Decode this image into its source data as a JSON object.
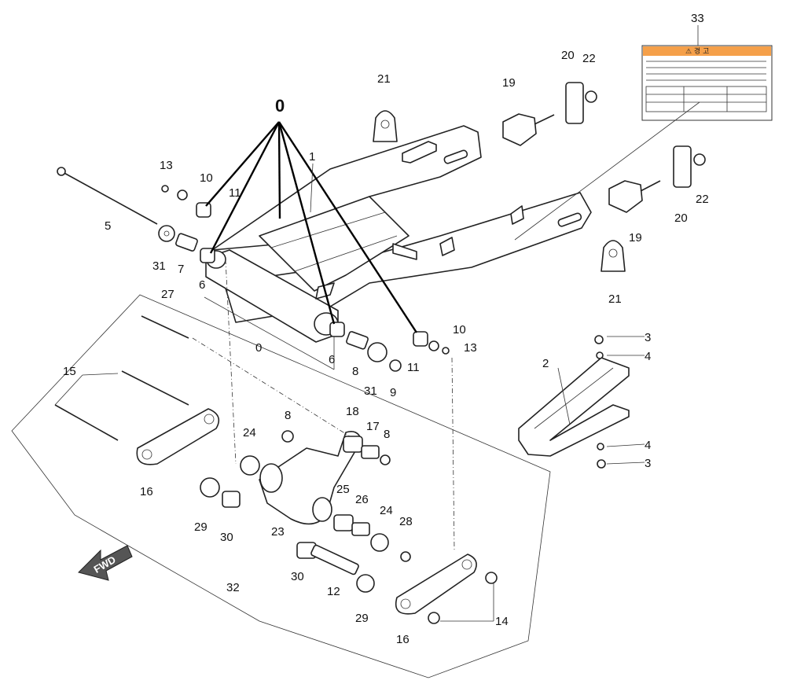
{
  "diagram": {
    "labels": {
      "l0_top": "0",
      "l0_mid": "0",
      "l1": "1",
      "l2": "2",
      "l3a": "3",
      "l3b": "3",
      "l4a": "4",
      "l4b": "4",
      "l5": "5",
      "l6a": "6",
      "l6b": "6",
      "l7": "7",
      "l8a": "8",
      "l8b": "8",
      "l8c": "8",
      "l9": "9",
      "l10a": "10",
      "l10b": "10",
      "l11a": "11",
      "l11b": "11",
      "l12": "12",
      "l13a": "13",
      "l13b": "13",
      "l14": "14",
      "l15": "15",
      "l16a": "16",
      "l16b": "16",
      "l17": "17",
      "l18": "18",
      "l19a": "19",
      "l19b": "19",
      "l20a": "20",
      "l20b": "20",
      "l21a": "21",
      "l21b": "21",
      "l22a": "22",
      "l22b": "22",
      "l23": "23",
      "l24a": "24",
      "l24b": "24",
      "l25": "25",
      "l26": "26",
      "l27": "27",
      "l28": "28",
      "l29a": "29",
      "l29b": "29",
      "l30a": "30",
      "l30b": "30",
      "l31a": "31",
      "l31b": "31",
      "l32": "32",
      "l33": "33"
    },
    "fwd_arrow": "FWD",
    "warning_label_title": "⚠ 경 고"
  }
}
